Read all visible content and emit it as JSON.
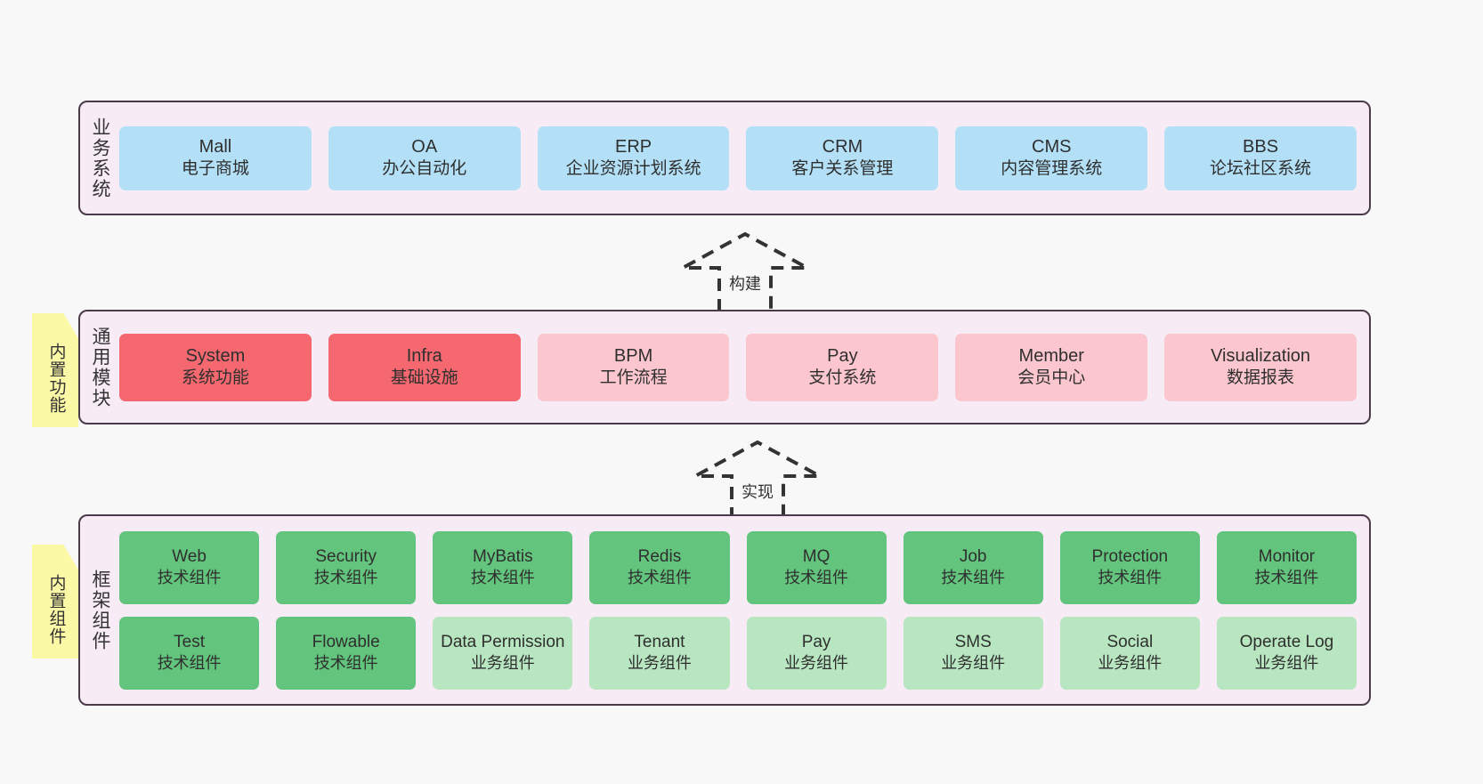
{
  "diagram": {
    "layers": [
      {
        "id": "business",
        "title": "业务系统",
        "rows": [
          {
            "cards": [
              {
                "en": "Mall",
                "cn": "电子商城",
                "color": "#b3e0f7"
              },
              {
                "en": "OA",
                "cn": "办公自动化",
                "color": "#b3e0f7"
              },
              {
                "en": "ERP",
                "cn": "企业资源计划系统",
                "color": "#b3e0f7"
              },
              {
                "en": "CRM",
                "cn": "客户关系管理",
                "color": "#b3e0f7"
              },
              {
                "en": "CMS",
                "cn": "内容管理系统",
                "color": "#b3e0f7"
              },
              {
                "en": "BBS",
                "cn": "论坛社区系统",
                "color": "#b3e0f7"
              }
            ]
          }
        ]
      },
      {
        "id": "common",
        "title": "通用模块",
        "note": "内置功能",
        "rows": [
          {
            "cards": [
              {
                "en": "System",
                "cn": "系统功能",
                "color": "#f5686f"
              },
              {
                "en": "Infra",
                "cn": "基础设施",
                "color": "#f5686f"
              },
              {
                "en": "BPM",
                "cn": "工作流程",
                "color": "#fbc6ce"
              },
              {
                "en": "Pay",
                "cn": "支付系统",
                "color": "#fbc6ce"
              },
              {
                "en": "Member",
                "cn": "会员中心",
                "color": "#fbc6ce"
              },
              {
                "en": "Visualization",
                "cn": "数据报表",
                "color": "#fbc6ce"
              }
            ]
          }
        ]
      },
      {
        "id": "framework",
        "title": "框架组件",
        "note": "内置组件",
        "rows": [
          {
            "cards": [
              {
                "en": "Web",
                "cn": "技术组件",
                "color": "#63c47d"
              },
              {
                "en": "Security",
                "cn": "技术组件",
                "color": "#63c47d"
              },
              {
                "en": "MyBatis",
                "cn": "技术组件",
                "color": "#63c47d"
              },
              {
                "en": "Redis",
                "cn": "技术组件",
                "color": "#63c47d"
              },
              {
                "en": "MQ",
                "cn": "技术组件",
                "color": "#63c47d"
              },
              {
                "en": "Job",
                "cn": "技术组件",
                "color": "#63c47d"
              },
              {
                "en": "Protection",
                "cn": "技术组件",
                "color": "#63c47d"
              },
              {
                "en": "Monitor",
                "cn": "技术组件",
                "color": "#63c47d"
              }
            ]
          },
          {
            "cards": [
              {
                "en": "Test",
                "cn": "技术组件",
                "color": "#63c47d"
              },
              {
                "en": "Flowable",
                "cn": "技术组件",
                "color": "#63c47d"
              },
              {
                "en": "Data Permission",
                "cn": "业务组件",
                "color": "#b8e6c0"
              },
              {
                "en": "Tenant",
                "cn": "业务组件",
                "color": "#b8e6c0"
              },
              {
                "en": "Pay",
                "cn": "业务组件",
                "color": "#b8e6c0"
              },
              {
                "en": "SMS",
                "cn": "业务组件",
                "color": "#b8e6c0"
              },
              {
                "en": "Social",
                "cn": "业务组件",
                "color": "#b8e6c0"
              },
              {
                "en": "Operate Log",
                "cn": "业务组件",
                "color": "#b8e6c0"
              }
            ]
          }
        ]
      }
    ],
    "arrows": [
      {
        "id": "build",
        "label": "构建",
        "direction": "up"
      },
      {
        "id": "impl",
        "label": "实现",
        "direction": "up"
      }
    ],
    "colors": {
      "layer_background": "#f7ebf5",
      "layer_border": "#4a3a4a",
      "blue": "#b3e0f7",
      "red": "#f5686f",
      "pink": "#fbc6ce",
      "green": "#63c47d",
      "light_green": "#b8e6c0",
      "note_background": "#fbf8a6",
      "note_fold": "#cccccc",
      "arrow_stroke": "#333333",
      "canvas_background": "#f8f8f8"
    }
  }
}
